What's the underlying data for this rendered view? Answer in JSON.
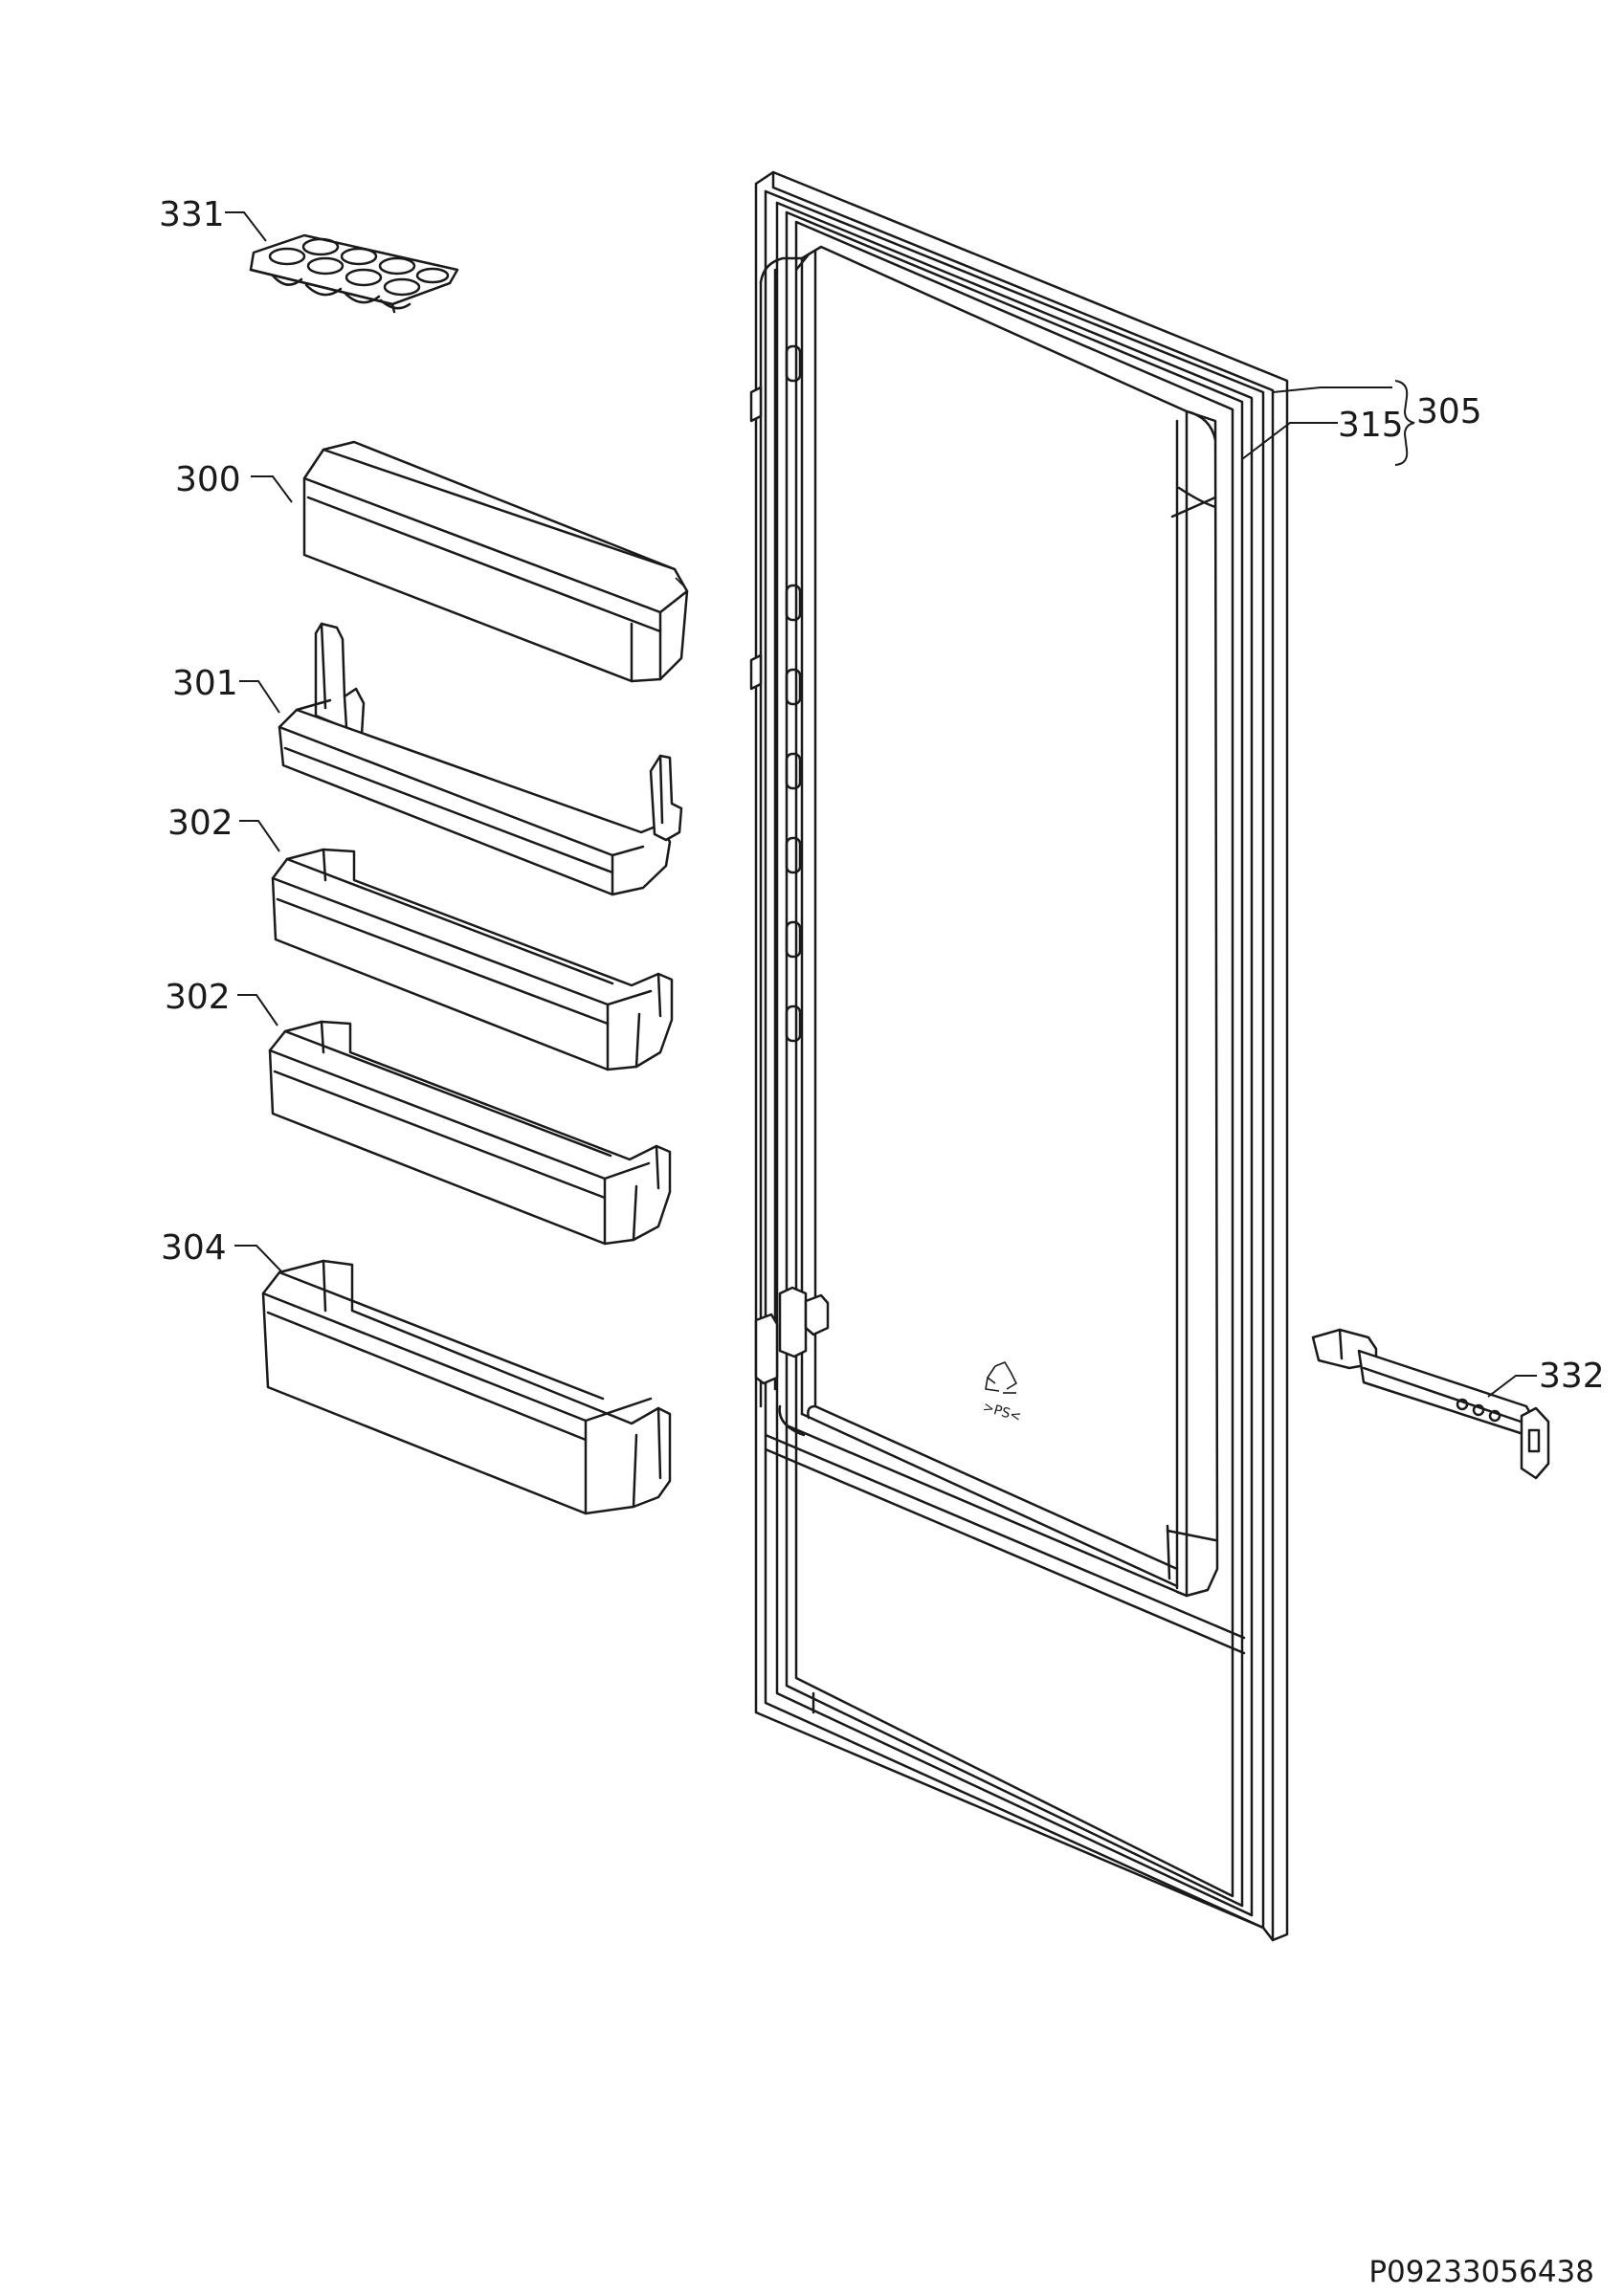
{
  "diagram": {
    "parts": [
      {
        "id": "p331",
        "label": "331"
      },
      {
        "id": "p300",
        "label": "300"
      },
      {
        "id": "p301",
        "label": "301"
      },
      {
        "id": "p302a",
        "label": "302"
      },
      {
        "id": "p302b",
        "label": "302"
      },
      {
        "id": "p304",
        "label": "304"
      },
      {
        "id": "p305",
        "label": "305"
      },
      {
        "id": "p315",
        "label": "315"
      },
      {
        "id": "p332",
        "label": "332"
      }
    ],
    "drawing_code": "P09233056438"
  }
}
